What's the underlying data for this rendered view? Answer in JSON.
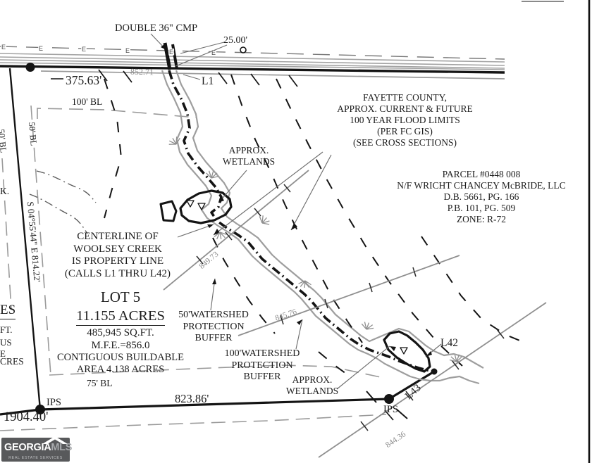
{
  "colors": {
    "ink": "#1c1c1c",
    "gray_line": "#9b9b9b",
    "gray_text": "#8d8d8d",
    "logo_bg": "#58595b",
    "logo_mls_gray": "#a7a9ac"
  },
  "labels": {
    "culvert": "DOUBLE 36\" CMP",
    "dim_25": "25.00'",
    "dim_375": "375.63'",
    "elev_852": "852.71",
    "line_l1": "L1",
    "bl_100": "100' BL",
    "bl_50_left": "50' BL",
    "bl_50_right": "50' BL",
    "bearing_left": "S 04°55'44\" E 814.22'",
    "clip_k": "K.",
    "flood_note": [
      "FAYETTE COUNTY,",
      "APPROX. CURRENT & FUTURE",
      "100 YEAR FLOOD LIMITS",
      "(PER FC GIS)",
      "(SEE CROSS SECTIONS)"
    ],
    "wetlands_upper": [
      "APPROX.",
      "WETLANDS"
    ],
    "parcel_note": [
      "PARCEL #0448 008",
      "N/F WRICHT CHANCEY McBRIDE, LLC",
      "D.B. 5661, PG. 166",
      "P.B. 101, PG. 509",
      "ZONE: R-72"
    ],
    "centerline_note": [
      "CENTERLINE OF",
      "WOOLSEY CREEK",
      "IS PROPERTY LINE",
      "(CALLS L1 THRU L42)"
    ],
    "lot_name": "LOT 5",
    "lot_acres": "11.155 ACRES",
    "lot_sqft": "485,945 SQ.FT.",
    "lot_mfe": "M.F.E.=856.0",
    "lot_contig_1": "CONTIGUOUS BUILDABLE",
    "lot_contig_2": "AREA 4.138 ACRES",
    "elev_849": "849.73",
    "elev_845": "845.76",
    "elev_844": "844.36",
    "buffer_50": [
      "50'WATERSHED",
      "PROTECTION",
      "BUFFER"
    ],
    "buffer_100": [
      "100'WATERSHED",
      "PROTECTION",
      "BUFFER"
    ],
    "wetlands_lower": [
      "APPROX.",
      "WETLANDS"
    ],
    "line_l42": "L42",
    "line_l43": "L43",
    "ips_left": "IPS",
    "ips_right": "IPS",
    "bl_75": "75' BL",
    "dim_823": "823.86'",
    "dim_1904": "1904.40'",
    "edge_clips": [
      "ES",
      "FT.",
      "US",
      "E",
      "CRES"
    ],
    "utility_marker": "E"
  },
  "logo": {
    "name": "GEORGIA",
    "suffix": "MLS",
    "tagline": "REAL ESTATE SERVICES"
  }
}
